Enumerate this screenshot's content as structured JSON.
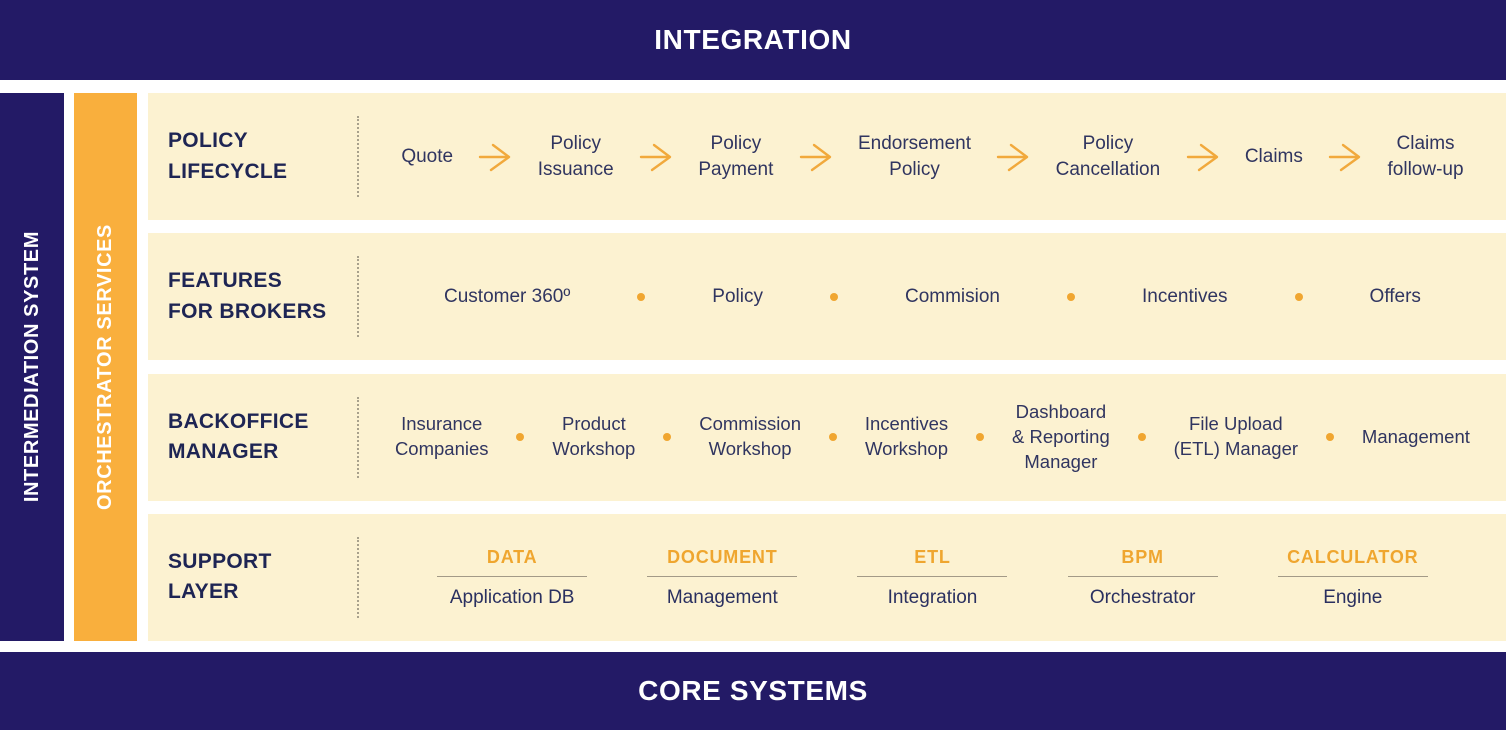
{
  "colors": {
    "navy": "#231a66",
    "orange": "#f9af3d",
    "cream": "#fcf2d1",
    "label_navy": "#1e2554",
    "item_navy": "#303560",
    "accent_orange_text": "#efa62f",
    "arrow_orange": "#f1a93c",
    "divider_gray": "#a39a87",
    "white": "#ffffff"
  },
  "banners": {
    "top": "INTEGRATION",
    "bottom": "CORE SYSTEMS"
  },
  "pillars": {
    "intermediation": "INTERMEDIATION SYSTEM",
    "orchestrator": "ORCHESTRATOR SERVICES"
  },
  "icons": {
    "arrow": "right-arrow-icon",
    "bullet": "bullet-dot-icon"
  },
  "rows": [
    {
      "id": "policy-lifecycle",
      "label": "POLICY\nLIFECYCLE",
      "type": "flow",
      "items": [
        "Quote",
        "Policy\nIssuance",
        "Policy\nPayment",
        "Endorsement\nPolicy",
        "Policy\nCancellation",
        "Claims",
        "Claims\nfollow-up"
      ]
    },
    {
      "id": "features-for-brokers",
      "label": "FEATURES\nFOR BROKERS",
      "type": "dots",
      "items": [
        "Customer 360º",
        "Policy",
        "Commision",
        "Incentives",
        "Offers"
      ]
    },
    {
      "id": "backoffice-manager",
      "label": "BACKOFFICE\nMANAGER",
      "type": "dots-tight",
      "items": [
        "Insurance\nCompanies",
        "Product\nWorkshop",
        "Commission\nWorkshop",
        "Incentives\nWorkshop",
        "Dashboard\n& Reporting\nManager",
        "File Upload\n(ETL) Manager",
        "Management"
      ]
    },
    {
      "id": "support-layer",
      "label": "SUPPORT\nLAYER",
      "type": "stacks",
      "items": [
        {
          "title": "DATA",
          "subtitle": "Application DB"
        },
        {
          "title": "DOCUMENT",
          "subtitle": "Management"
        },
        {
          "title": "ETL",
          "subtitle": "Integration"
        },
        {
          "title": "BPM",
          "subtitle": "Orchestrator"
        },
        {
          "title": "CALCULATOR",
          "subtitle": "Engine"
        }
      ]
    }
  ]
}
